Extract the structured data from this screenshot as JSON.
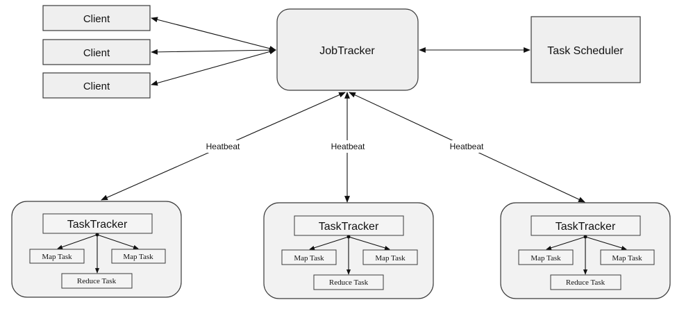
{
  "nodes": {
    "client_1": "Client",
    "client_2": "Client",
    "client_3": "Client",
    "job_tracker": "JobTracker",
    "task_scheduler": "Task Scheduler"
  },
  "edge_labels": {
    "left": "Heatbeat",
    "middle": "Heatbeat",
    "right": "Heatbeat"
  },
  "groups": [
    {
      "tracker": "TaskTracker",
      "map_left": "Map Task",
      "map_right": "Map Task",
      "reduce": "Reduce Task"
    },
    {
      "tracker": "TaskTracker",
      "map_left": "Map Task",
      "map_right": "Map Task",
      "reduce": "Reduce Task"
    },
    {
      "tracker": "TaskTracker",
      "map_left": "Map Task",
      "map_right": "Map Task",
      "reduce": "Reduce Task"
    }
  ],
  "colors": {
    "box_fill": "#efefef",
    "stroke": "#3a3a3a",
    "line": "#111111"
  }
}
